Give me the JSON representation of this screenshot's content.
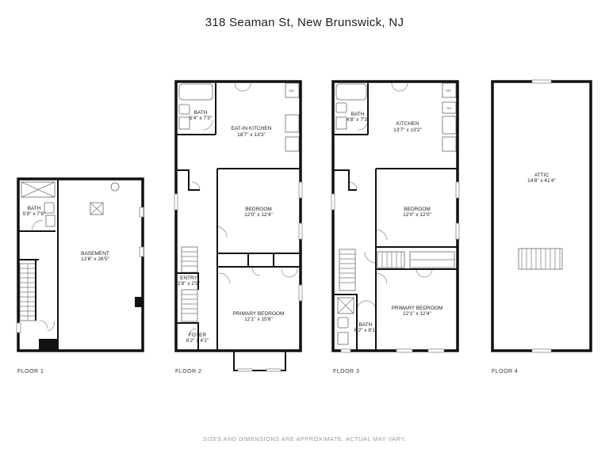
{
  "title": "318 Seaman St, New Brunswick, NJ",
  "disclaimer": "SIZES AND DIMENSIONS ARE APPROXIMATE, ACTUAL MAY VARY.",
  "floors": [
    {
      "label": "FLOOR 1",
      "rooms": [
        {
          "name": "BATH",
          "dims": "5'9\" x 7'9\""
        },
        {
          "name": "BASEMENT",
          "dims": "12'6\" x 26'5\""
        }
      ]
    },
    {
      "label": "FLOOR 2",
      "rooms": [
        {
          "name": "BATH",
          "dims": "5'4\" x 7'3\""
        },
        {
          "name": "EAT-IN KITCHEN",
          "dims": "18'7\" x 13'3\""
        },
        {
          "name": "BEDROOM",
          "dims": "12'0\" x 12'4\""
        },
        {
          "name": "ENTRY",
          "dims": "2'8\" x 2'9\""
        },
        {
          "name": "PRIMARY BEDROOM",
          "dims": "12'1\" x 15'8\""
        },
        {
          "name": "FOYER",
          "dims": "6'2\" x 4'1\""
        }
      ]
    },
    {
      "label": "FLOOR 3",
      "rooms": [
        {
          "name": "BATH",
          "dims": "4'8\" x 7'3\""
        },
        {
          "name": "KITCHEN",
          "dims": "13'7\" x 13'2\""
        },
        {
          "name": "BEDROOM",
          "dims": "12'0\" x 12'0\""
        },
        {
          "name": "PRIMARY BEDROOM",
          "dims": "12'1\" x 12'4\""
        },
        {
          "name": "BATH",
          "dims": "6'2\" x 8'1\""
        }
      ]
    },
    {
      "label": "FLOOR 4",
      "rooms": [
        {
          "name": "ATTIC",
          "dims": "14'8\" x 41'4\""
        }
      ]
    }
  ],
  "fixtures": {
    "ref": "REF",
    "dw": "DW"
  }
}
